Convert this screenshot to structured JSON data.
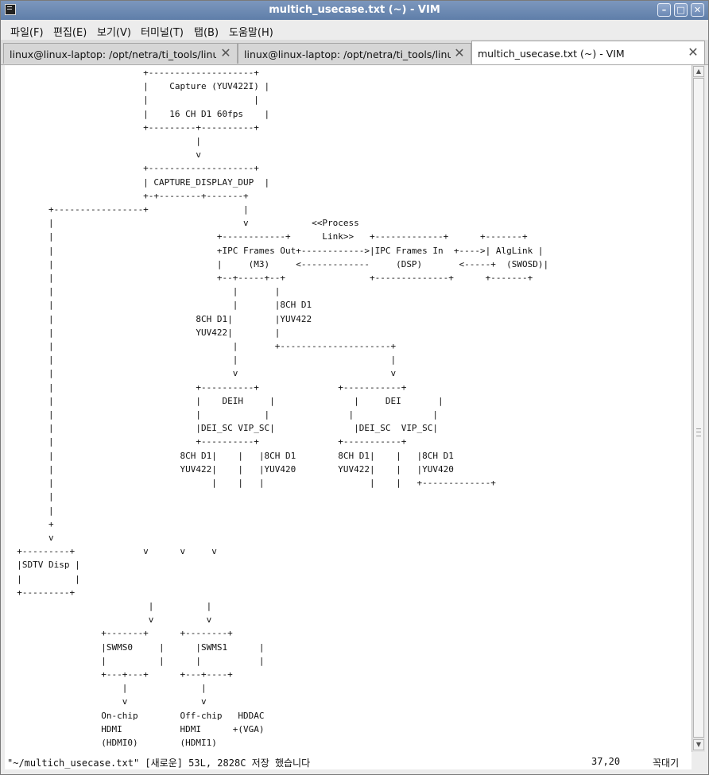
{
  "window": {
    "title": "multich_usecase.txt (~) - VIM"
  },
  "menu": [
    "파일(F)",
    "편집(E)",
    "보기(V)",
    "터미널(T)",
    "탭(B)",
    "도움말(H)"
  ],
  "tabs": [
    {
      "label": "linux@linux-laptop: /opt/netra/ti_tools/linu…"
    },
    {
      "label": "linux@linux-laptop: /opt/netra/ti_tools/linu…"
    },
    {
      "label": "multich_usecase.txt (~) - VIM"
    }
  ],
  "editor": {
    "content": "                          +--------------------+\n                          |    Capture (YUV422I) |\n                          |                    |\n                          |    16 CH D1 60fps    |\n                          +---------+----------+\n                                    |\n                                    v\n                          +--------------------+\n                          | CAPTURE_DISPLAY_DUP  |\n                          +-+--------+-------+\n        +-----------------+                  |\n        |                                    v            <<Process\n        |                               +------------+      Link>>   +-------------+      +-------+\n        |                               +IPC Frames Out+------------>|IPC Frames In  +---->| AlgLink |\n        |                               |     (M3)     <-------------     (DSP)       <-----+  (SWOSD)|\n        |                               +--+-----+--+                +--------------+      +-------+\n        |                                  |       |\n        |                                  |       |8CH D1\n        |                           8CH D1|        |YUV422\n        |                           YUV422|        |\n        |                                  |       +---------------------+\n        |                                  |                             |\n        |                                  v                             v\n        |                           +----------+               +-----------+\n        |                           |    DEIH     |               |     DEI       |\n        |                           |            |               |               |\n        |                           |DEI_SC VIP_SC|               |DEI_SC  VIP_SC|\n        |                           +----------+               +-----------+\n        |                        8CH D1|    |   |8CH D1        8CH D1|    |   |8CH D1\n        |                        YUV422|    |   |YUV420        YUV422|    |   |YUV420\n        |                              |    |   |                    |    |   +-------------+\n        |\n        |\n        +\n        v\n  +---------+             v      v     v\n  |SDTV Disp |\n  |          |\n  +---------+\n                           |          |\n                           v          v\n                  +-------+      +--------+\n                  |SWMS0     |      |SWMS1      |\n                  |          |      |           |\n                  +---+---+      +---+----+\n                      |              |\n                      v              v\n                  On-chip        Off-chip   HDDAC\n                  HDMI           HDMI      +(VGA)\n                  (HDMI0)        (HDMI1)"
  },
  "status": {
    "message": "\"~/multich_usecase.txt\" [새로운] 53L, 2828C 저장 했습니다",
    "position": "37,20",
    "scroll": "꼭대기"
  }
}
